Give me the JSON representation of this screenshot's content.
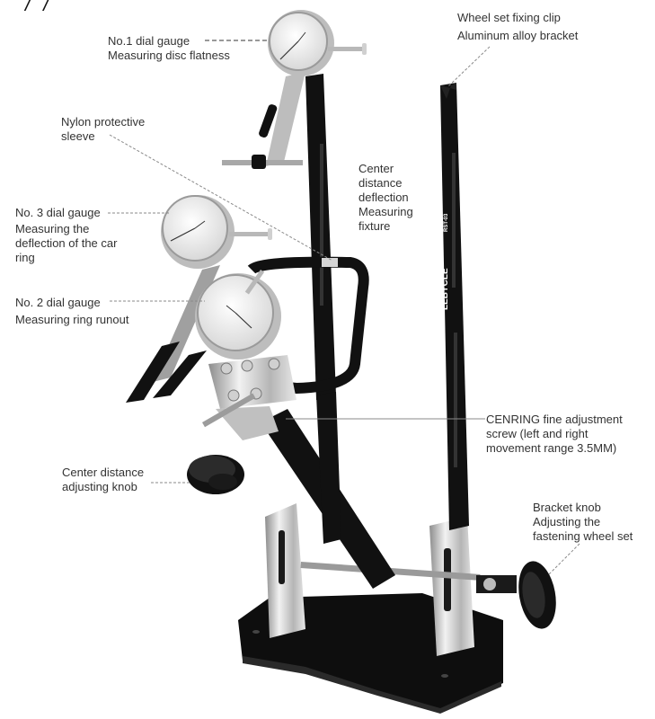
{
  "corner_mark": "/ /",
  "product": {
    "brand": "LEBYCLE",
    "model": "RST-03"
  },
  "callouts": [
    {
      "id": "dial-gauge-1",
      "lines": [
        "No.1 dial gauge",
        "Measuring disc flatness"
      ]
    },
    {
      "id": "wheel-clip",
      "lines": [
        "Wheel set fixing clip",
        "Aluminum alloy bracket"
      ]
    },
    {
      "id": "nylon-sleeve",
      "lines": [
        "Nylon protective",
        "sleeve"
      ]
    },
    {
      "id": "center-fixture",
      "lines": [
        "Center",
        "distance",
        "deflection",
        "Measuring",
        "fixture"
      ]
    },
    {
      "id": "dial-gauge-3",
      "lines": [
        "No. 3 dial gauge",
        "Measuring the",
        "deflection of the car",
        "ring"
      ]
    },
    {
      "id": "dial-gauge-2",
      "lines": [
        "No. 2 dial gauge",
        "Measuring ring runout"
      ]
    },
    {
      "id": "fine-adjust-screw",
      "lines": [
        "CENRING fine adjustment",
        "screw (left and right",
        "movement range 3.5MM)"
      ]
    },
    {
      "id": "center-knob",
      "lines": [
        "Center distance",
        "adjusting knob"
      ]
    },
    {
      "id": "bracket-knob",
      "lines": [
        "Bracket knob",
        "Adjusting the",
        "fastening wheel set"
      ]
    }
  ],
  "colors": {
    "frame": "#111111",
    "chrome": "#c9c9c9",
    "gauge_face": "#f4f4f4",
    "leader": "#8a8a8a",
    "text": "#333333"
  }
}
